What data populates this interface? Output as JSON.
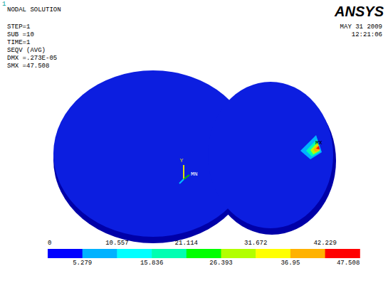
{
  "diagram": {
    "title": "NODAL SOLUTION",
    "labels": [
      "1",
      "STEP=1",
      "SUB =10",
      "TIME=1",
      "SEQV (AVG)",
      "DMX =.273E-05",
      "SMX =47.508",
      "ANSYS",
      "MAY 31 2009",
      "12:21:06",
      "MX",
      "Y",
      "MN",
      "0",
      "5.279",
      "10.557",
      "15.836",
      "21.114",
      "26.393",
      "31.672",
      "36.95",
      "42.229",
      "47.508"
    ]
  }
}
